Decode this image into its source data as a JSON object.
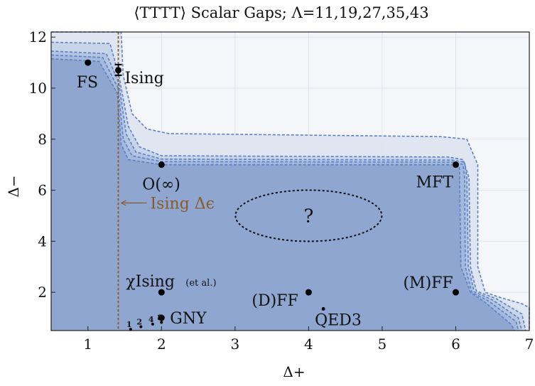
{
  "chart_data": {
    "type": "area",
    "title": "⟨TTTT⟩ Scalar Gaps; Λ=11,19,27,35,43",
    "xlabel": "Δ+",
    "ylabel": "Δ−",
    "xlim": [
      0.5,
      7
    ],
    "ylim": [
      0.5,
      12.2
    ],
    "x_ticks": [
      1,
      2,
      3,
      4,
      5,
      6,
      7
    ],
    "y_ticks": [
      2,
      4,
      6,
      8,
      10,
      12
    ],
    "grid": true,
    "colors": {
      "region_dark": "#8ea6d0",
      "region_light": "#dde4f0",
      "boundary": "#5b7fc4",
      "ising_line": "#8a5a2b",
      "points": "#000000"
    },
    "ising_line": {
      "x": 1.4126,
      "label": "Ising Δϵ"
    },
    "question_mark": {
      "label": "?",
      "center": [
        4.0,
        5.0
      ]
    },
    "points": [
      {
        "name": "FS",
        "x": 1.0,
        "y": 11.0,
        "label": "FS"
      },
      {
        "name": "Ising",
        "x": 1.4126,
        "y": 10.7,
        "label": "Ising"
      },
      {
        "name": "O(∞)",
        "x": 2.0,
        "y": 7.0,
        "label": "O(∞)"
      },
      {
        "name": "MFT",
        "x": 6.0,
        "y": 7.0,
        "label": "MFT"
      },
      {
        "name": "χIsing",
        "x": 2.0,
        "y": 2.0,
        "label": "χIsing",
        "note": "(et al.)"
      },
      {
        "name": "(D)FF",
        "x": 4.0,
        "y": 2.0,
        "label": "(D)FF"
      },
      {
        "name": "QED3",
        "x": 4.2,
        "y": 1.35,
        "label": "QED3"
      },
      {
        "name": "(M)FF",
        "x": 6.0,
        "y": 2.0,
        "label": "(M)FF"
      },
      {
        "name": "GNY",
        "x": 2.0,
        "y": 1.0,
        "label": "GNY"
      }
    ],
    "gny_small": [
      {
        "n": "1",
        "x": 1.58,
        "y": 0.55
      },
      {
        "n": "2",
        "x": 1.72,
        "y": 0.65
      },
      {
        "n": "4",
        "x": 1.88,
        "y": 0.75
      },
      {
        "n": "8",
        "x": 2.0,
        "y": 0.82
      }
    ],
    "boundaries": {
      "outer": [
        [
          0.5,
          12.2
        ],
        [
          1.45,
          12.2
        ],
        [
          1.48,
          10.5
        ],
        [
          1.6,
          9.0
        ],
        [
          1.8,
          8.4
        ],
        [
          2.1,
          8.22
        ],
        [
          5.8,
          8.1
        ],
        [
          6.15,
          8.0
        ],
        [
          6.3,
          7.0
        ],
        [
          6.3,
          3.0
        ],
        [
          6.4,
          2.0
        ],
        [
          6.6,
          1.8
        ],
        [
          6.9,
          1.55
        ],
        [
          7.0,
          1.4
        ],
        [
          7.0,
          0.5
        ]
      ],
      "b2": [
        [
          0.5,
          11.8
        ],
        [
          1.3,
          11.75
        ],
        [
          1.42,
          10.5
        ],
        [
          1.55,
          8.5
        ],
        [
          1.7,
          7.7
        ],
        [
          2.0,
          7.35
        ],
        [
          5.9,
          7.3
        ],
        [
          6.1,
          7.2
        ],
        [
          6.18,
          6.5
        ],
        [
          6.2,
          3.0
        ],
        [
          6.28,
          2.05
        ],
        [
          6.55,
          1.75
        ],
        [
          6.9,
          1.15
        ],
        [
          6.95,
          0.5
        ]
      ],
      "b3": [
        [
          0.5,
          11.45
        ],
        [
          1.25,
          11.35
        ],
        [
          1.42,
          10.2
        ],
        [
          1.52,
          8.2
        ],
        [
          1.65,
          7.5
        ],
        [
          2.0,
          7.22
        ],
        [
          5.95,
          7.18
        ],
        [
          6.12,
          7.1
        ],
        [
          6.15,
          6.5
        ],
        [
          6.17,
          3.0
        ],
        [
          6.25,
          2.02
        ],
        [
          6.5,
          1.7
        ],
        [
          6.85,
          1.0
        ],
        [
          6.9,
          0.5
        ]
      ],
      "b4": [
        [
          0.5,
          11.3
        ],
        [
          1.2,
          11.2
        ],
        [
          1.41,
          10.0
        ],
        [
          1.48,
          8.0
        ],
        [
          1.6,
          7.35
        ],
        [
          2.0,
          7.12
        ],
        [
          6.0,
          7.1
        ],
        [
          6.1,
          7.0
        ],
        [
          6.12,
          6.5
        ],
        [
          6.13,
          3.0
        ],
        [
          6.22,
          2.0
        ],
        [
          6.45,
          1.65
        ],
        [
          6.82,
          0.85
        ],
        [
          6.85,
          0.5
        ]
      ],
      "inner": [
        [
          0.5,
          11.15
        ],
        [
          1.15,
          11.05
        ],
        [
          1.4,
          9.8
        ],
        [
          1.45,
          7.8
        ],
        [
          1.55,
          7.2
        ],
        [
          2.0,
          7.0
        ],
        [
          6.0,
          7.0
        ],
        [
          6.05,
          6.9
        ],
        [
          6.07,
          3.0
        ],
        [
          6.2,
          2.0
        ],
        [
          6.4,
          1.6
        ],
        [
          6.75,
          0.75
        ],
        [
          6.8,
          0.5
        ]
      ]
    }
  }
}
